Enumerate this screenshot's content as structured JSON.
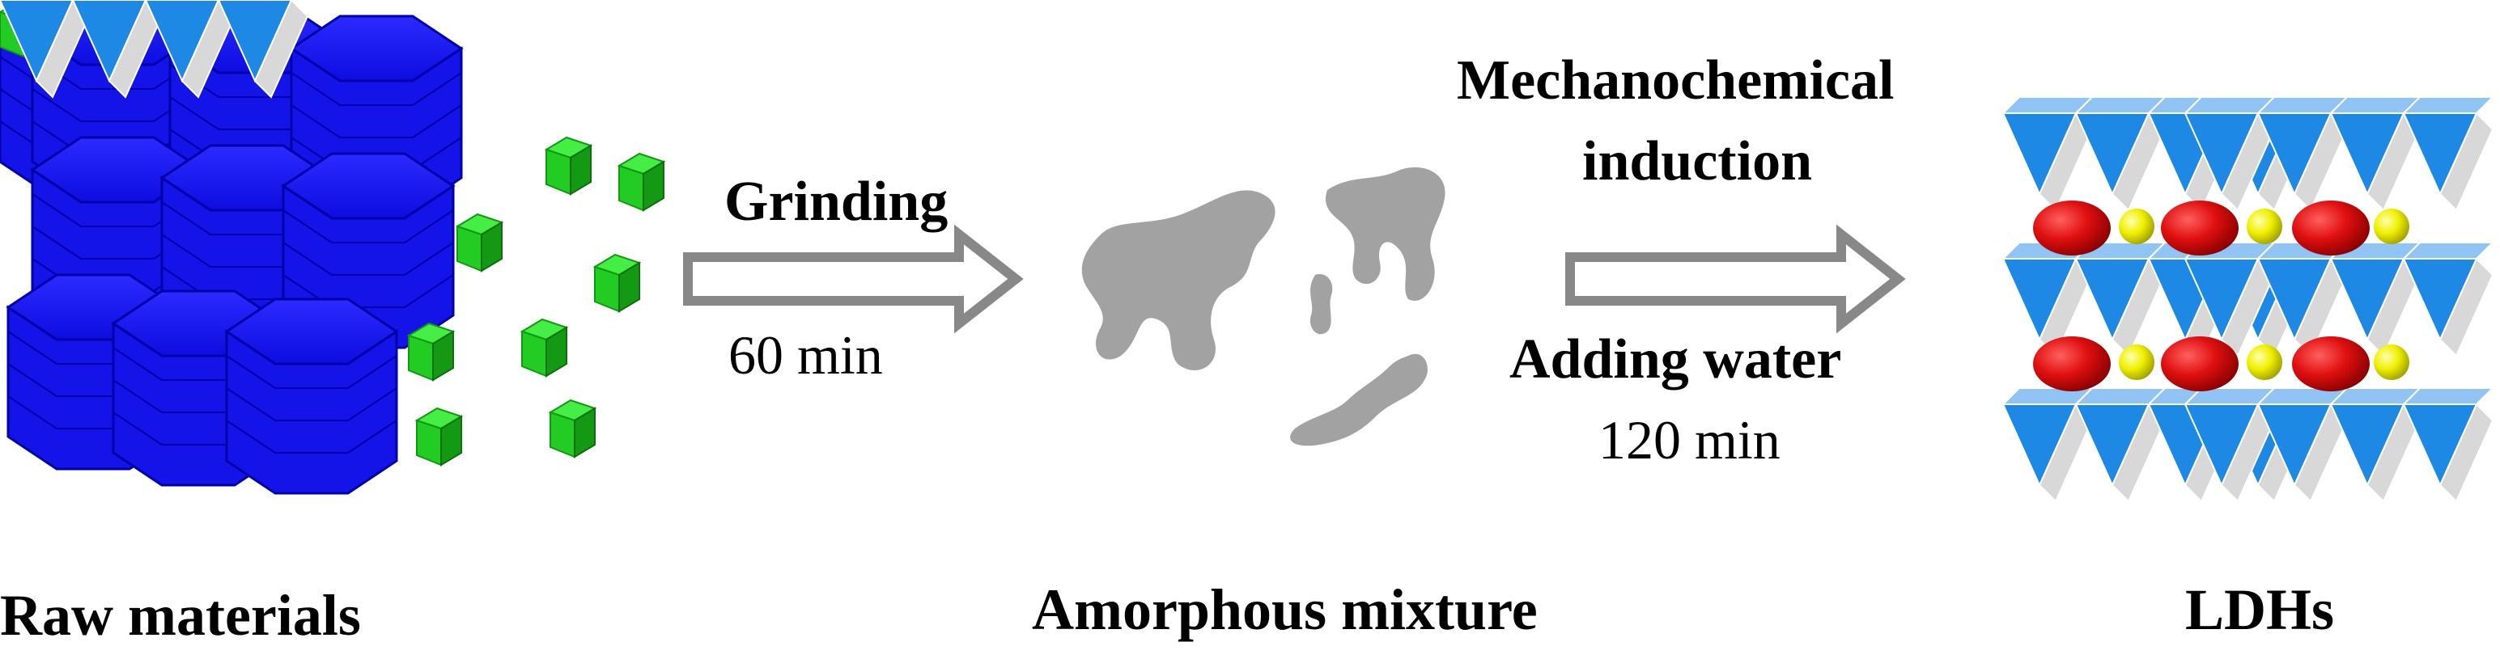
{
  "labels": {
    "raw_materials": "Raw materials",
    "grinding": "Grinding",
    "grinding_time": "60 min",
    "amorphous_mixture": "Amorphous mixture",
    "mechanochemical": "Mechanochemical",
    "induction": "induction",
    "adding_water": "Adding water",
    "water_time": "120 min",
    "ldhs": "LDHs"
  },
  "colors": {
    "raw_block": "#1a1aff",
    "raw_block_edge": "#0000cc",
    "green_cube": "#22cc22",
    "green_cube_dark": "#119911",
    "arrow": "#888888",
    "amorphous": "#a0a0a0",
    "ldh_blue": "#1e88e5",
    "ldh_grey": "#cfcfcf",
    "ldh_red": "#dd1111",
    "ldh_yellow": "#f2f200"
  }
}
